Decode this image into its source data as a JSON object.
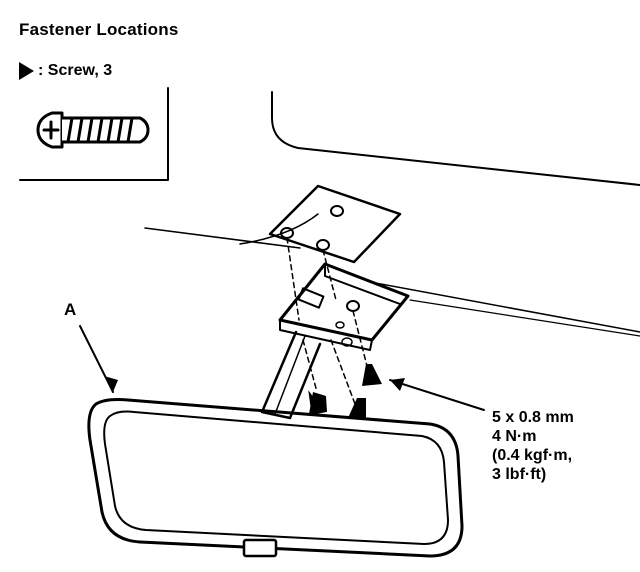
{
  "title": "Fastener Locations",
  "legend": {
    "symbol_icon": "filled-triangle-icon",
    "text": ": Screw, 3"
  },
  "callout_label": "A",
  "spec": {
    "size": "5 x 0.8 mm",
    "torque_nm": "4 N·m",
    "torque_kgf": "(0.4 kgf·m,",
    "torque_lbf": "3 lbf·ft)"
  }
}
